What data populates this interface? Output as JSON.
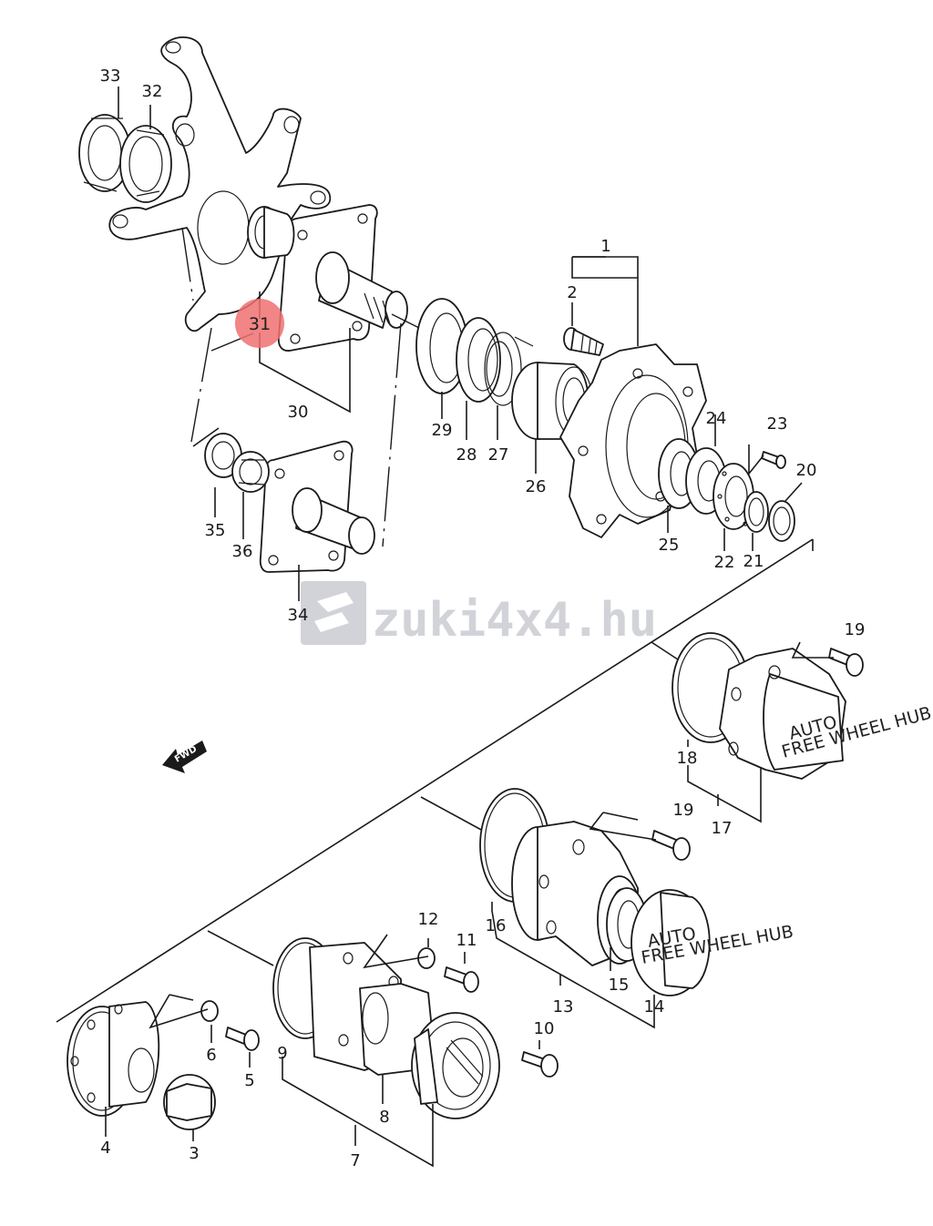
{
  "callouts": [
    "1",
    "2",
    "3",
    "4",
    "5",
    "6",
    "7",
    "8",
    "9",
    "10",
    "11",
    "12",
    "13",
    "14",
    "15",
    "16",
    "17",
    "18",
    "19",
    "19",
    "20",
    "21",
    "22",
    "23",
    "24",
    "25",
    "26",
    "27",
    "28",
    "29",
    "30",
    "31",
    "32",
    "33",
    "34",
    "35",
    "36"
  ],
  "highlight": {
    "label": "31",
    "color": "#f07070"
  },
  "watermark": {
    "text": "zuki4x4.hu"
  },
  "fwd_arrow": {
    "text": "FWD"
  },
  "hub_cap_text": {
    "brand": "AUTO",
    "sub": "FREE WHEEL HUB"
  }
}
